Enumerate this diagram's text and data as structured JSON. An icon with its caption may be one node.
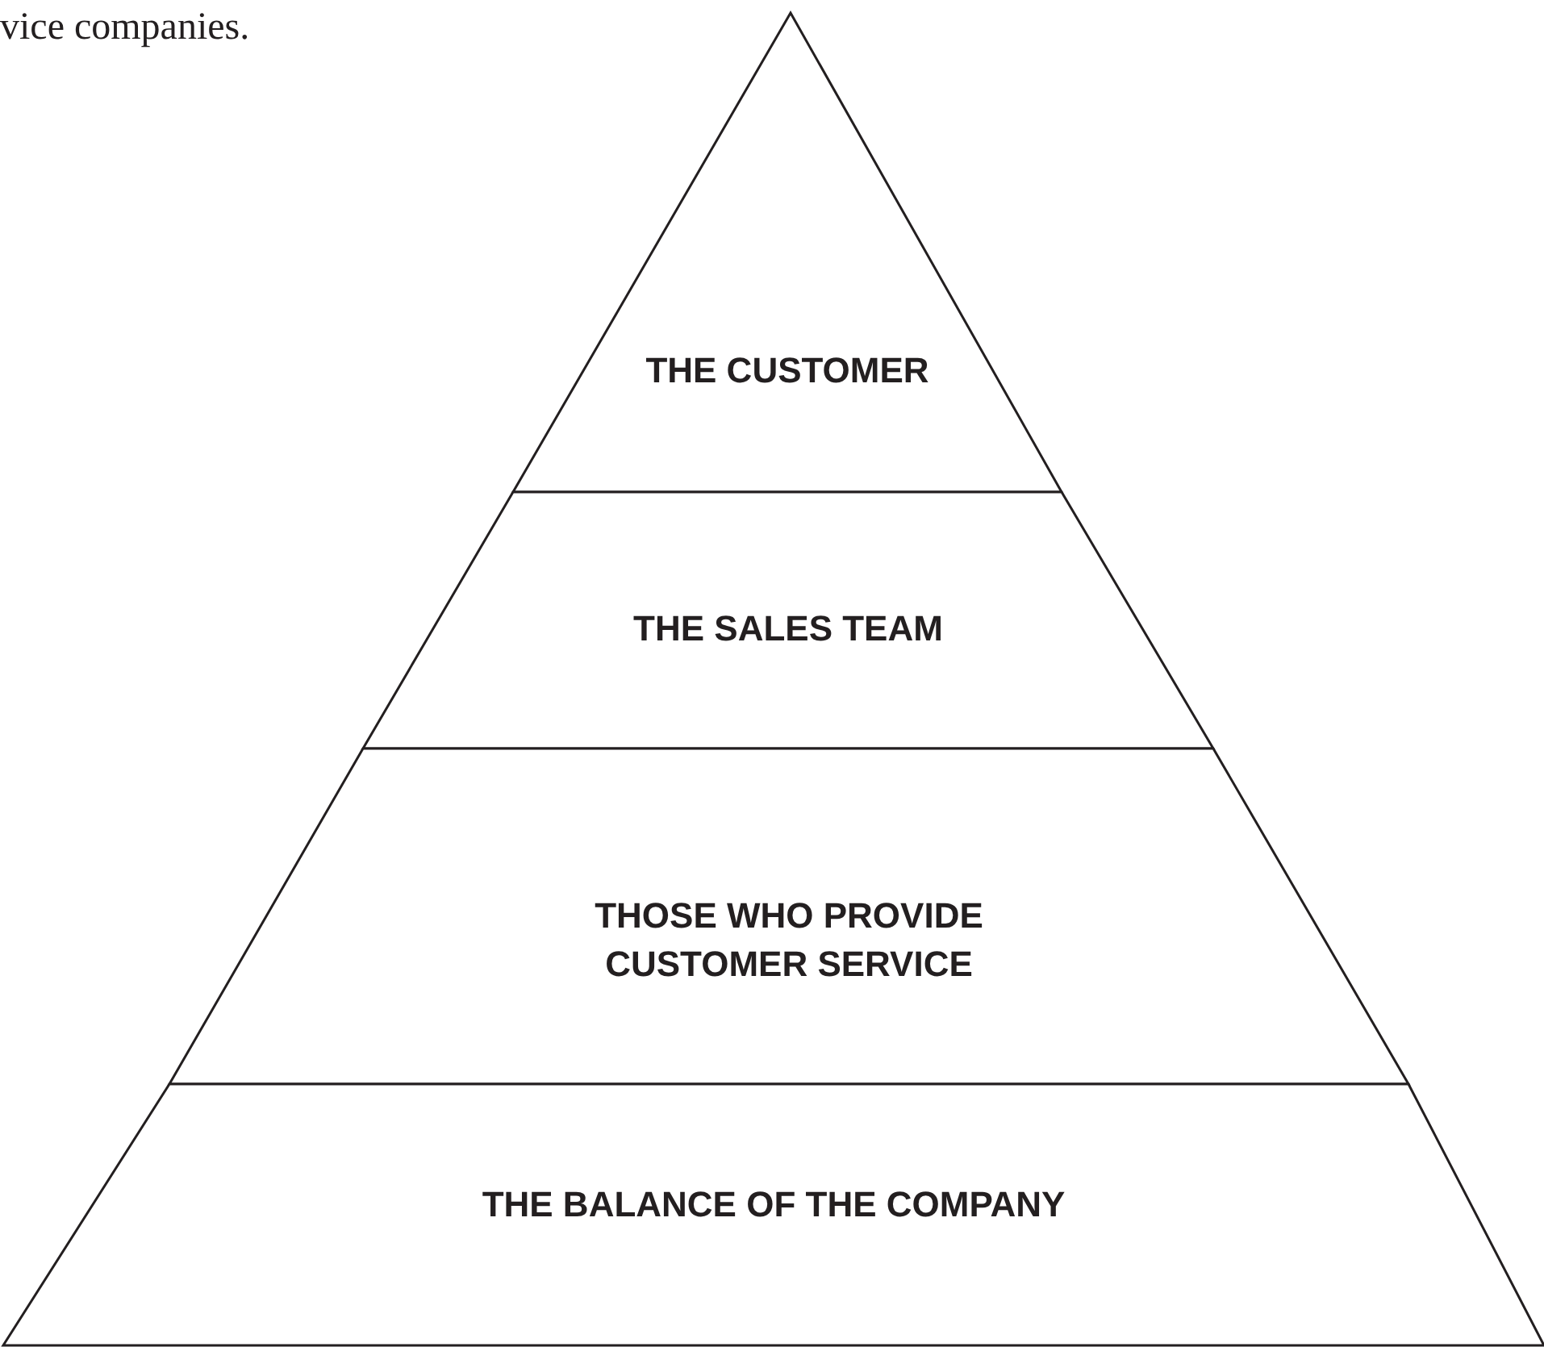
{
  "diagram": {
    "nodes": [
      {
        "text": [
          "THE CUSTOMER"
        ]
      },
      {
        "text": [
          "THE SALES TEAM"
        ]
      },
      {
        "text": [
          "THOSE WHO PROVIDE CUSTOMER SERVICE"
        ]
      },
      {
        "text": [
          "THE BALANCE OF THE COMPANY"
        ]
      }
    ],
    "labels": [
      "vice companies."
    ]
  }
}
